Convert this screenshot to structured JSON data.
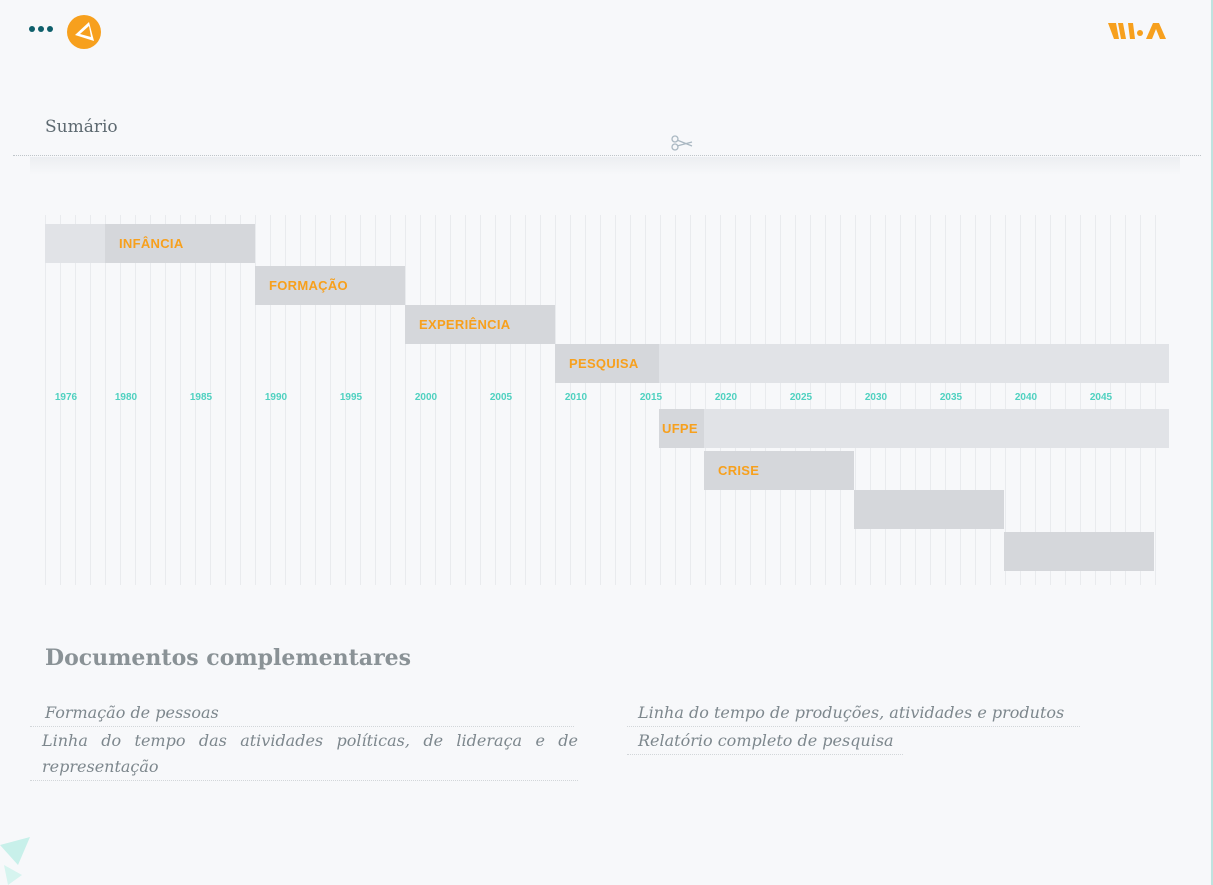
{
  "header": {
    "menu_icon": "more-dots-icon",
    "logo_icon": "circle-logo-icon",
    "brand_icon": "brand-logo-icon"
  },
  "summary": {
    "title": "Sumário",
    "divider_icon": "scissors-icon"
  },
  "timeline": {
    "years": [
      "1976",
      "1980",
      "1985",
      "1990",
      "1995",
      "2000",
      "2005",
      "2010",
      "2015",
      "2020",
      "2025",
      "2030",
      "2035",
      "2040",
      "2045"
    ],
    "periods": [
      {
        "label": "INFÂNCIA"
      },
      {
        "label": "FORMAÇÃO"
      },
      {
        "label": "EXPERIÊNCIA"
      },
      {
        "label": "PESQUISA"
      },
      {
        "label": "UFPE"
      },
      {
        "label": "CRISE"
      },
      {
        "label": ""
      },
      {
        "label": ""
      }
    ],
    "colors": {
      "label": "#f7a01d",
      "year": "#4fd1c0",
      "bar": "#d5d7db",
      "bar_light": "#e1e3e7"
    }
  },
  "documents": {
    "title": "Documentos complementares",
    "links": [
      "Formação de pessoas",
      " Linha do tempo das atividades políticas, de lideraça e de representação",
      "Linha do tempo de produções, atividades e produtos",
      "Relatório completo de pesquisa"
    ]
  }
}
